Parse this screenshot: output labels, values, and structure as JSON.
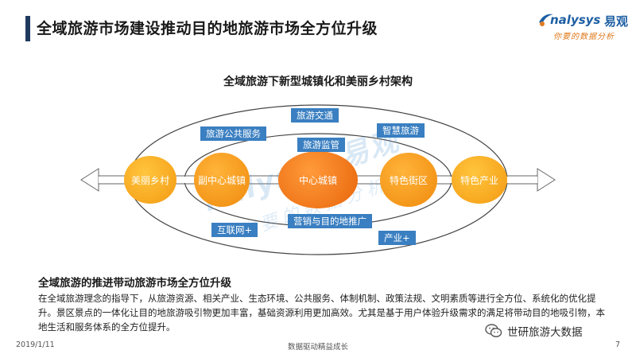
{
  "header": {
    "title": "全域旅游市场建设推动目的地旅游市场全方位升级",
    "logo_brand": "nalysys",
    "logo_cn": "易观",
    "logo_slogan": "你要的数据分析"
  },
  "diagram": {
    "title": "全域旅游下新型城镇化和美丽乡村架构",
    "nodes": [
      "美丽乡村",
      "副中心城镇",
      "中心城镇",
      "特色街区",
      "特色产业"
    ],
    "tags": [
      "旅游公共服务",
      "旅游交通",
      "旅游监管",
      "智慧旅游",
      "营销与目的地推广",
      "互联网+",
      "产业+"
    ],
    "watermark": {
      "brand": "nalysys 易观",
      "slogan": "你要的数据分析"
    },
    "colors": {
      "node_orange": "#f39a12",
      "tag_blue": "#3a7fc1",
      "ellipse_line": "#444444"
    }
  },
  "content": {
    "heading": "全域旅游的推进带动旅游市场全方位升级",
    "paragraph": "在全域旅游理念的指导下，从旅游资源、相关产业、生态环境、公共服务、体制机制、政策法规、文明素质等进行全方位、系统化的优化提升。景区景点的一体化让目的地旅游吸引物更加丰富，基础资源利用更加高效。尤其是基于用户体验升级需求的满足将带动目的地吸引物，本地生活和服务体系的全方位提升。"
  },
  "footer": {
    "date": "2019/1/11",
    "center": "数据驱动精益成长",
    "page": "7",
    "wechat_account": "世研旅游大数据"
  }
}
